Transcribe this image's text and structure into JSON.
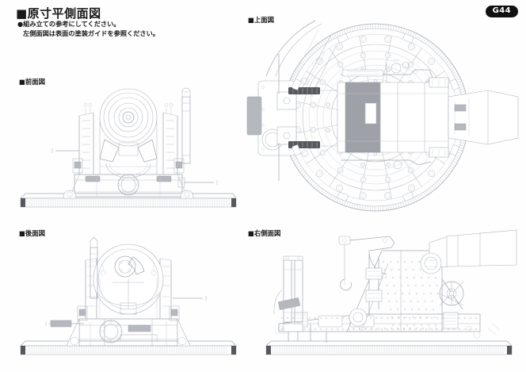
{
  "page": {
    "title": "■原寸平側面図",
    "badge": "G44",
    "notes": [
      "●組み立ての参考にしてください。",
      "左側面図は表面の塗装ガイドを参照ください。"
    ],
    "background_color": "#ffffff",
    "line_color": "#b9bdc4",
    "accent_color": "#111111"
  },
  "views": [
    {
      "id": "front",
      "label": "■前面図",
      "subject": "siege-gun-front-elevation"
    },
    {
      "id": "top",
      "label": "■上面図",
      "subject": "siege-gun-plan-view-turntable"
    },
    {
      "id": "rear",
      "label": "■後面図",
      "subject": "siege-gun-rear-elevation"
    },
    {
      "id": "right",
      "label": "■右側面図",
      "subject": "siege-gun-right-side-elevation"
    }
  ],
  "icons": {
    "bullet_square": "■",
    "bullet_round": "●"
  }
}
